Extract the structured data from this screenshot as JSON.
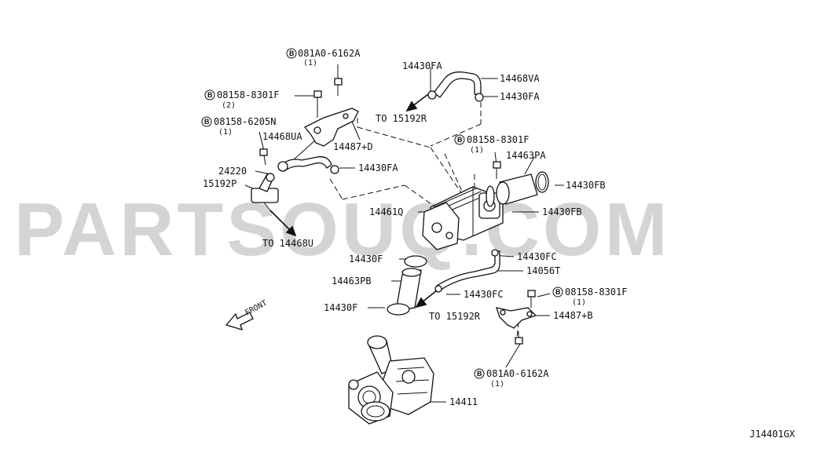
{
  "watermark": "PARTSOUQ.COM",
  "diagram_code": "J14401GX",
  "front_label": "FRONT",
  "bolt_symbol": "B",
  "callouts": {
    "c01": {
      "code": "081A0-6162A",
      "qty": "(1)"
    },
    "c02": {
      "code": "08158-8301F",
      "qty": "(2)"
    },
    "c03": {
      "code": "08158-6205N",
      "qty": "(1)"
    },
    "c04": {
      "code": "08158-8301F",
      "qty": "(1)"
    },
    "c05": {
      "code": "08158-8301F",
      "qty": "(1)"
    },
    "c06": {
      "code": "081A0-6162A",
      "qty": "(1)"
    }
  },
  "labels": {
    "l_14430FA_top": "14430FA",
    "l_14468VA": "14468VA",
    "l_14430FA_right": "14430FA",
    "l_to15192R_top": "TO 15192R",
    "l_14468UA": "14468UA",
    "l_14487D": "14487+D",
    "l_24220": "24220",
    "l_14430FA_mid": "14430FA",
    "l_15192P": "15192P",
    "l_14463PA": "14463PA",
    "l_14430FB_top": "14430FB",
    "l_14461Q": "14461Q",
    "l_14430FB_bot": "14430FB",
    "l_to14468U": "TO 14468U",
    "l_14430F_top": "14430F",
    "l_14430FC_top": "14430FC",
    "l_14056T": "14056T",
    "l_14463PB": "14463PB",
    "l_14430FC_bot": "14430FC",
    "l_14430F_bot": "14430F",
    "l_to15192R_bot": "TO 15192R",
    "l_14487B": "14487+B",
    "l_14411": "14411"
  }
}
